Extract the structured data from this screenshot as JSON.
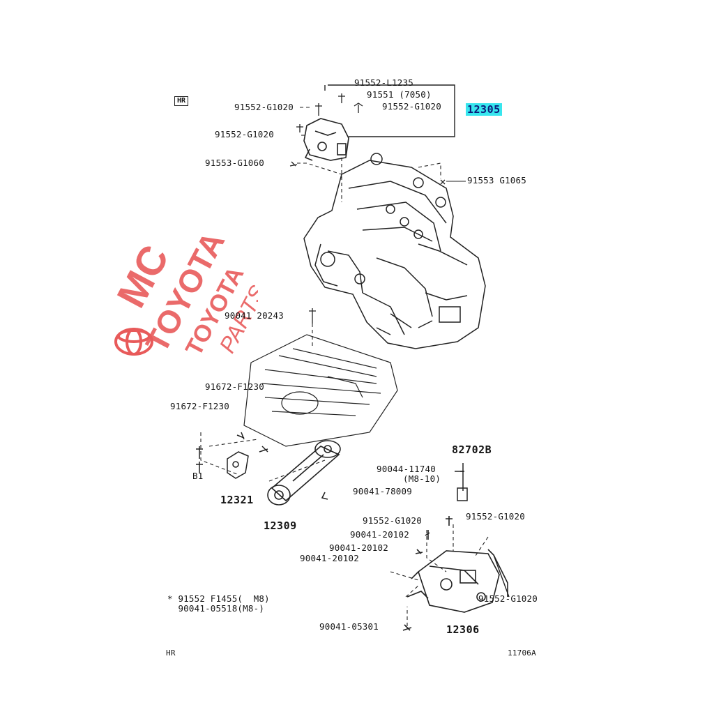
{
  "diagram": {
    "highlight_color": "#38e6ee",
    "line_color": "#222222",
    "tag_box": "HR",
    "assembly_number": "12305",
    "callouts": {
      "c_91552_l1235": "91552-L1235",
      "c_91551_7050": "91551 (7050)",
      "c_91552_g1020_r": "91552-G1020",
      "c_91552_g1020_l": "91552-G1020",
      "c_91552_g1020_m": "91552-G1020",
      "c_91553_g1060": "91553-G1060",
      "c_91553_g1065": "91553 G1065",
      "c_90041_20243": "90041 20243",
      "c_91672_f1230_a": "91672-F1230",
      "c_91672_f1230_b": "91672-F1230",
      "c_b1": "B1",
      "c_12321": "12321",
      "c_12309": "12309",
      "c_82702b": "82702B",
      "c_90044_11740": "90044-11740",
      "c_90044_sub": "(M8-10)",
      "c_90041_78009": "90041-78009",
      "c_91552_g1020_p": "91552-G1020",
      "c_91552_g1020_q": "91552-G1020",
      "c_90041_20102_a": "90041-20102",
      "c_90041_20102_b": "90041-20102",
      "c_90041_20102_c": "90041-20102",
      "c_91552_g1020_s": "91552-G1020",
      "c_90041_05301": "90041-05301",
      "c_12306": "12306",
      "note_1": "* 91552 F1455(  M8)",
      "note_2": "  90041-05518(M8-)"
    },
    "footer_left": "HR",
    "footer_right": "11706A"
  },
  "watermark": {
    "color": "#e85a5a",
    "line_1": "MC",
    "line_2": "TOYOTA",
    "line_3": "TOYOTA",
    "line_4": "PARTS"
  }
}
